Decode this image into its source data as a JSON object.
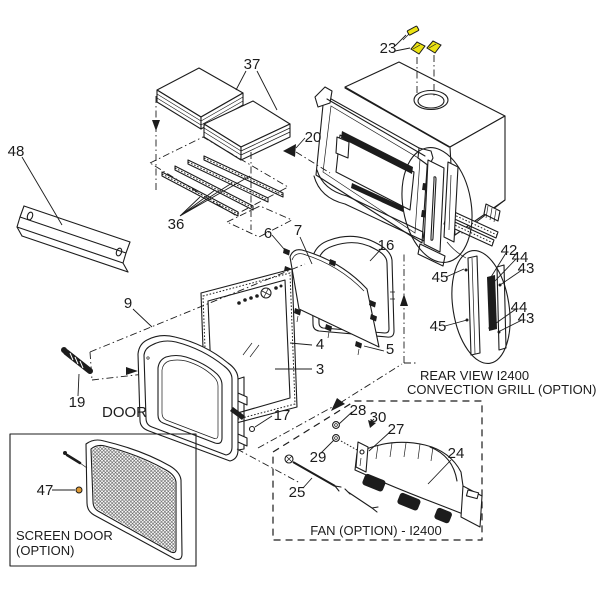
{
  "diagram": {
    "colors": {
      "background": "#ffffff",
      "line": "#1c1c1c",
      "highlight_yellow": "#ece313",
      "highlight_orange": "#e09b35"
    },
    "labels": {
      "l3": "3",
      "l4": "4",
      "l5": "5",
      "l6": "6",
      "l7": "7",
      "l9": "9",
      "l16": "16",
      "l17": "17",
      "l19": "19",
      "l20": "20",
      "l23": "23",
      "l24": "24",
      "l25": "25",
      "l27": "27",
      "l28": "28",
      "l29": "29",
      "l30": "30",
      "l36": "36",
      "l37": "37",
      "l42": "42",
      "l43a": "43",
      "l43b": "43",
      "l44a": "44",
      "l44b": "44",
      "l45a": "45",
      "l45b": "45",
      "l47": "47",
      "l48": "48"
    },
    "captions": {
      "door": "DOOR",
      "screen_door_line1": "SCREEN DOOR",
      "screen_door_line2": "(OPTION)",
      "rear_view_line1": "REAR VIEW I2400",
      "rear_view_line2": "CONVECTION GRILL (OPTION)",
      "fan": "FAN (OPTION) - I2400"
    }
  }
}
